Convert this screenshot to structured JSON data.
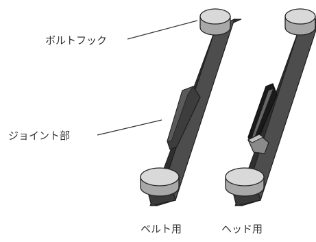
{
  "labels": {
    "bolt_hook": "ボルトフック",
    "joint_part": "ジョイント部",
    "belt_use": "ベルト用",
    "head_use": "ヘッド用"
  },
  "colors": {
    "bar_face": "#4d4d4d",
    "bar_dark": "#2f2f2f",
    "bar_edge": "#1e1e1e",
    "cap_top": "#d9d9d9",
    "cap_side": "#a8a8a8",
    "outline": "#222222",
    "leader": "#333333"
  }
}
